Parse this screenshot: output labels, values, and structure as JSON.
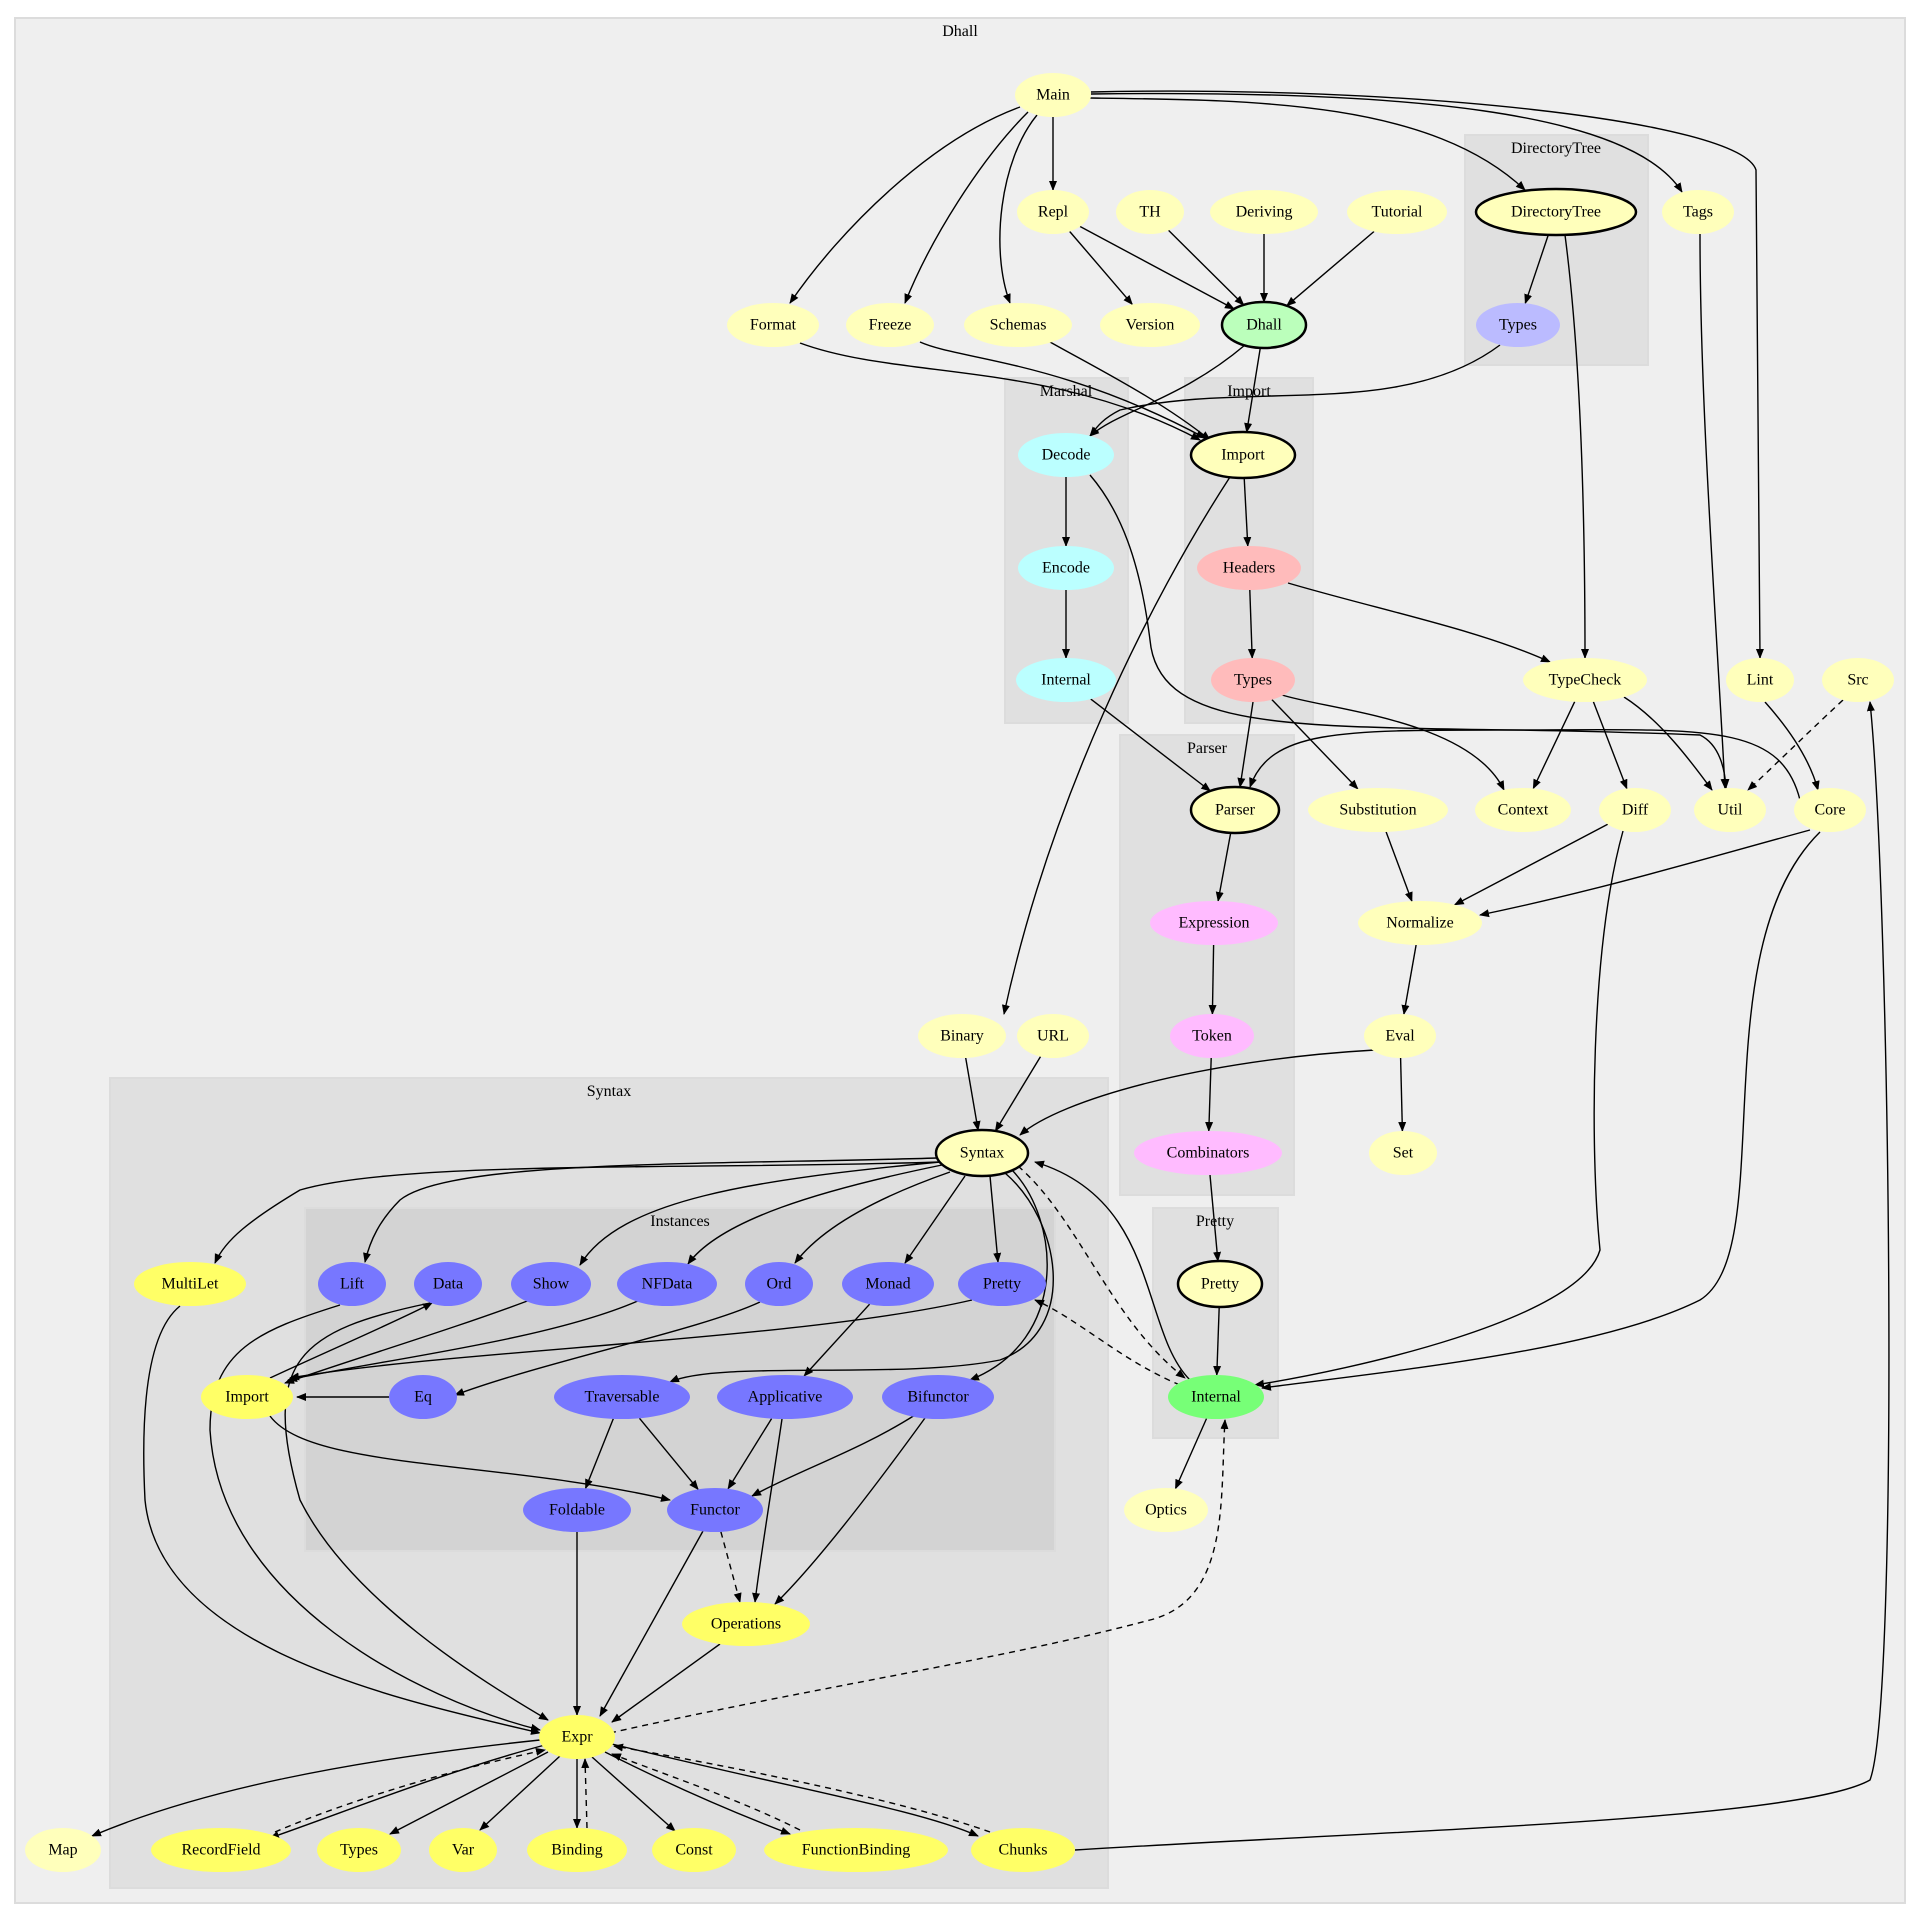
{
  "colors": {
    "yellow_light": "#ffffbb",
    "yellow_bright": "#ffff66",
    "lavender": "#bbbbff",
    "cyan": "#bbffff",
    "pink": "#ffbbbb",
    "magenta": "#ffbbff",
    "blue": "#7777ff",
    "green_light": "#bbffbb",
    "green": "#77ff77",
    "cluster_outer": "#efefef",
    "cluster_inner": "#e0e0e0",
    "cluster_instances": "#d3d3d3"
  },
  "clusters": [
    {
      "id": "c-dhall",
      "label": "Dhall"
    },
    {
      "id": "c-directorytree",
      "label": "DirectoryTree"
    },
    {
      "id": "c-marshal",
      "label": "Marshal"
    },
    {
      "id": "c-import",
      "label": "Import"
    },
    {
      "id": "c-parser",
      "label": "Parser"
    },
    {
      "id": "c-syntax",
      "label": "Syntax"
    },
    {
      "id": "c-instances",
      "label": "Instances"
    },
    {
      "id": "c-pretty",
      "label": "Pretty"
    }
  ],
  "nodes": [
    {
      "id": "main",
      "label": "Main",
      "color": "yellow_light"
    },
    {
      "id": "repl",
      "label": "Repl",
      "color": "yellow_light"
    },
    {
      "id": "th",
      "label": "TH",
      "color": "yellow_light"
    },
    {
      "id": "deriving",
      "label": "Deriving",
      "color": "yellow_light"
    },
    {
      "id": "tutorial",
      "label": "Tutorial",
      "color": "yellow_light"
    },
    {
      "id": "dt-directorytree",
      "label": "DirectoryTree",
      "color": "yellow_light",
      "bold": true
    },
    {
      "id": "tags",
      "label": "Tags",
      "color": "yellow_light"
    },
    {
      "id": "format",
      "label": "Format",
      "color": "yellow_light"
    },
    {
      "id": "freeze",
      "label": "Freeze",
      "color": "yellow_light"
    },
    {
      "id": "schemas",
      "label": "Schemas",
      "color": "yellow_light"
    },
    {
      "id": "version",
      "label": "Version",
      "color": "yellow_light"
    },
    {
      "id": "dhall",
      "label": "Dhall",
      "color": "green_light",
      "bold": true
    },
    {
      "id": "dt-types",
      "label": "Types",
      "color": "lavender"
    },
    {
      "id": "decode",
      "label": "Decode",
      "color": "cyan"
    },
    {
      "id": "encode",
      "label": "Encode",
      "color": "cyan"
    },
    {
      "id": "m-internal",
      "label": "Internal",
      "color": "cyan"
    },
    {
      "id": "import",
      "label": "Import",
      "color": "yellow_light",
      "bold": true
    },
    {
      "id": "headers",
      "label": "Headers",
      "color": "pink"
    },
    {
      "id": "i-types",
      "label": "Types",
      "color": "pink"
    },
    {
      "id": "typecheck",
      "label": "TypeCheck",
      "color": "yellow_light"
    },
    {
      "id": "lint",
      "label": "Lint",
      "color": "yellow_light"
    },
    {
      "id": "src",
      "label": "Src",
      "color": "yellow_light"
    },
    {
      "id": "parser",
      "label": "Parser",
      "color": "yellow_light",
      "bold": true
    },
    {
      "id": "substitution",
      "label": "Substitution",
      "color": "yellow_light"
    },
    {
      "id": "context",
      "label": "Context",
      "color": "yellow_light"
    },
    {
      "id": "diff",
      "label": "Diff",
      "color": "yellow_light"
    },
    {
      "id": "util",
      "label": "Util",
      "color": "yellow_light"
    },
    {
      "id": "core",
      "label": "Core",
      "color": "yellow_light"
    },
    {
      "id": "expression",
      "label": "Expression",
      "color": "magenta"
    },
    {
      "id": "normalize",
      "label": "Normalize",
      "color": "yellow_light"
    },
    {
      "id": "binary",
      "label": "Binary",
      "color": "yellow_light"
    },
    {
      "id": "url",
      "label": "URL",
      "color": "yellow_light"
    },
    {
      "id": "token",
      "label": "Token",
      "color": "magenta"
    },
    {
      "id": "eval",
      "label": "Eval",
      "color": "yellow_light"
    },
    {
      "id": "syntax",
      "label": "Syntax",
      "color": "yellow_light",
      "bold": true
    },
    {
      "id": "combinators",
      "label": "Combinators",
      "color": "magenta"
    },
    {
      "id": "set",
      "label": "Set",
      "color": "yellow_light"
    },
    {
      "id": "multilet",
      "label": "MultiLet",
      "color": "yellow_bright"
    },
    {
      "id": "lift",
      "label": "Lift",
      "color": "blue"
    },
    {
      "id": "data",
      "label": "Data",
      "color": "blue"
    },
    {
      "id": "show",
      "label": "Show",
      "color": "blue"
    },
    {
      "id": "nfdata",
      "label": "NFData",
      "color": "blue"
    },
    {
      "id": "ord",
      "label": "Ord",
      "color": "blue"
    },
    {
      "id": "monad",
      "label": "Monad",
      "color": "blue"
    },
    {
      "id": "s-pretty",
      "label": "Pretty",
      "color": "blue"
    },
    {
      "id": "p-pretty",
      "label": "Pretty",
      "color": "yellow_light",
      "bold": true
    },
    {
      "id": "s-import",
      "label": "Import",
      "color": "yellow_bright"
    },
    {
      "id": "eq",
      "label": "Eq",
      "color": "blue"
    },
    {
      "id": "traversable",
      "label": "Traversable",
      "color": "blue"
    },
    {
      "id": "applicative",
      "label": "Applicative",
      "color": "blue"
    },
    {
      "id": "bifunctor",
      "label": "Bifunctor",
      "color": "blue"
    },
    {
      "id": "p-internal",
      "label": "Internal",
      "color": "green"
    },
    {
      "id": "foldable",
      "label": "Foldable",
      "color": "blue"
    },
    {
      "id": "functor",
      "label": "Functor",
      "color": "blue"
    },
    {
      "id": "optics",
      "label": "Optics",
      "color": "yellow_light"
    },
    {
      "id": "operations",
      "label": "Operations",
      "color": "yellow_bright"
    },
    {
      "id": "expr",
      "label": "Expr",
      "color": "yellow_bright"
    },
    {
      "id": "map",
      "label": "Map",
      "color": "yellow_light"
    },
    {
      "id": "recordfield",
      "label": "RecordField",
      "color": "yellow_bright"
    },
    {
      "id": "s-types",
      "label": "Types",
      "color": "yellow_bright"
    },
    {
      "id": "var",
      "label": "Var",
      "color": "yellow_bright"
    },
    {
      "id": "binding",
      "label": "Binding",
      "color": "yellow_bright"
    },
    {
      "id": "const",
      "label": "Const",
      "color": "yellow_bright"
    },
    {
      "id": "functionbinding",
      "label": "FunctionBinding",
      "color": "yellow_bright"
    },
    {
      "id": "chunks",
      "label": "Chunks",
      "color": "yellow_bright"
    }
  ],
  "edges": [
    {
      "from": "main",
      "to": "repl"
    },
    {
      "from": "main",
      "to": "format"
    },
    {
      "from": "main",
      "to": "freeze"
    },
    {
      "from": "main",
      "to": "schemas"
    },
    {
      "from": "main",
      "to": "dt-directorytree"
    },
    {
      "from": "main",
      "to": "tags"
    },
    {
      "from": "main",
      "to": "lint"
    },
    {
      "from": "repl",
      "to": "version"
    },
    {
      "from": "repl",
      "to": "dhall"
    },
    {
      "from": "th",
      "to": "dhall"
    },
    {
      "from": "deriving",
      "to": "dhall"
    },
    {
      "from": "tutorial",
      "to": "dhall"
    },
    {
      "from": "dt-directorytree",
      "to": "dt-types"
    },
    {
      "from": "dt-directorytree",
      "to": "typecheck"
    },
    {
      "from": "tags",
      "to": "util"
    },
    {
      "from": "format",
      "to": "import"
    },
    {
      "from": "freeze",
      "to": "import"
    },
    {
      "from": "schemas",
      "to": "import"
    },
    {
      "from": "dhall",
      "to": "import"
    },
    {
      "from": "dhall",
      "to": "decode"
    },
    {
      "from": "dt-types",
      "to": "decode"
    },
    {
      "from": "decode",
      "to": "encode"
    },
    {
      "from": "decode",
      "to": "util"
    },
    {
      "from": "encode",
      "to": "m-internal"
    },
    {
      "from": "m-internal",
      "to": "parser"
    },
    {
      "from": "import",
      "to": "headers"
    },
    {
      "from": "import",
      "to": "binary"
    },
    {
      "from": "headers",
      "to": "i-types"
    },
    {
      "from": "headers",
      "to": "typecheck"
    },
    {
      "from": "i-types",
      "to": "parser"
    },
    {
      "from": "i-types",
      "to": "substitution"
    },
    {
      "from": "i-types",
      "to": "context"
    },
    {
      "from": "typecheck",
      "to": "context"
    },
    {
      "from": "typecheck",
      "to": "diff"
    },
    {
      "from": "typecheck",
      "to": "util"
    },
    {
      "from": "lint",
      "to": "core"
    },
    {
      "from": "src",
      "to": "util",
      "dashed": true
    },
    {
      "from": "core",
      "to": "parser"
    },
    {
      "from": "core",
      "to": "normalize"
    },
    {
      "from": "core",
      "to": "p-internal"
    },
    {
      "from": "parser",
      "to": "expression"
    },
    {
      "from": "substitution",
      "to": "normalize"
    },
    {
      "from": "diff",
      "to": "normalize"
    },
    {
      "from": "diff",
      "to": "p-internal"
    },
    {
      "from": "expression",
      "to": "token"
    },
    {
      "from": "normalize",
      "to": "eval"
    },
    {
      "from": "token",
      "to": "combinators"
    },
    {
      "from": "combinators",
      "to": "p-pretty"
    },
    {
      "from": "eval",
      "to": "syntax"
    },
    {
      "from": "eval",
      "to": "set"
    },
    {
      "from": "binary",
      "to": "syntax"
    },
    {
      "from": "url",
      "to": "syntax"
    },
    {
      "from": "syntax",
      "to": "multilet"
    },
    {
      "from": "syntax",
      "to": "lift"
    },
    {
      "from": "syntax",
      "to": "show"
    },
    {
      "from": "syntax",
      "to": "nfdata"
    },
    {
      "from": "syntax",
      "to": "ord"
    },
    {
      "from": "syntax",
      "to": "monad"
    },
    {
      "from": "syntax",
      "to": "s-pretty"
    },
    {
      "from": "syntax",
      "to": "traversable"
    },
    {
      "from": "syntax",
      "to": "bifunctor"
    },
    {
      "from": "syntax",
      "to": "p-internal",
      "dashed": true
    },
    {
      "from": "p-internal",
      "to": "syntax"
    },
    {
      "from": "p-pretty",
      "to": "p-internal"
    },
    {
      "from": "p-internal",
      "to": "optics"
    },
    {
      "from": "p-internal",
      "to": "s-pretty",
      "dashed": true
    },
    {
      "from": "lift",
      "to": "expr"
    },
    {
      "from": "data",
      "to": "expr"
    },
    {
      "from": "show",
      "to": "s-import"
    },
    {
      "from": "nfdata",
      "to": "s-import"
    },
    {
      "from": "ord",
      "to": "eq"
    },
    {
      "from": "monad",
      "to": "applicative"
    },
    {
      "from": "s-pretty",
      "to": "s-import"
    },
    {
      "from": "s-import",
      "to": "data"
    },
    {
      "from": "eq",
      "to": "s-import"
    },
    {
      "from": "s-import",
      "to": "functor"
    },
    {
      "from": "multilet",
      "to": "expr"
    },
    {
      "from": "traversable",
      "to": "foldable"
    },
    {
      "from": "traversable",
      "to": "functor"
    },
    {
      "from": "applicative",
      "to": "functor"
    },
    {
      "from": "applicative",
      "to": "operations"
    },
    {
      "from": "bifunctor",
      "to": "functor"
    },
    {
      "from": "bifunctor",
      "to": "operations"
    },
    {
      "from": "foldable",
      "to": "expr"
    },
    {
      "from": "functor",
      "to": "expr"
    },
    {
      "from": "functor",
      "to": "operations",
      "dashed": true
    },
    {
      "from": "operations",
      "to": "expr"
    },
    {
      "from": "expr",
      "to": "p-internal",
      "dashed": true
    },
    {
      "from": "expr",
      "to": "map"
    },
    {
      "from": "expr",
      "to": "recordfield"
    },
    {
      "from": "recordfield",
      "to": "expr",
      "dashed": true
    },
    {
      "from": "expr",
      "to": "s-types"
    },
    {
      "from": "expr",
      "to": "var"
    },
    {
      "from": "expr",
      "to": "binding"
    },
    {
      "from": "binding",
      "to": "expr",
      "dashed": true
    },
    {
      "from": "expr",
      "to": "const"
    },
    {
      "from": "expr",
      "to": "functionbinding"
    },
    {
      "from": "functionbinding",
      "to": "expr",
      "dashed": true
    },
    {
      "from": "expr",
      "to": "chunks"
    },
    {
      "from": "chunks",
      "to": "expr",
      "dashed": true
    },
    {
      "from": "chunks",
      "to": "src"
    }
  ]
}
